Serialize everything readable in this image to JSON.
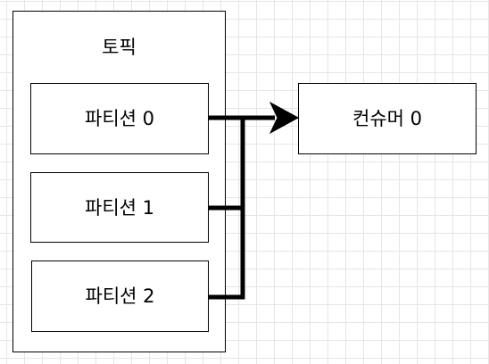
{
  "topic": {
    "label": "토픽"
  },
  "partitions": [
    {
      "label": "파티션 0"
    },
    {
      "label": "파티션 1"
    },
    {
      "label": "파티션 2"
    }
  ],
  "consumer": {
    "label": "컨슈머 0"
  },
  "colors": {
    "stroke": "#000000",
    "grid": "#e6e6e6",
    "background": "#ffffff"
  }
}
